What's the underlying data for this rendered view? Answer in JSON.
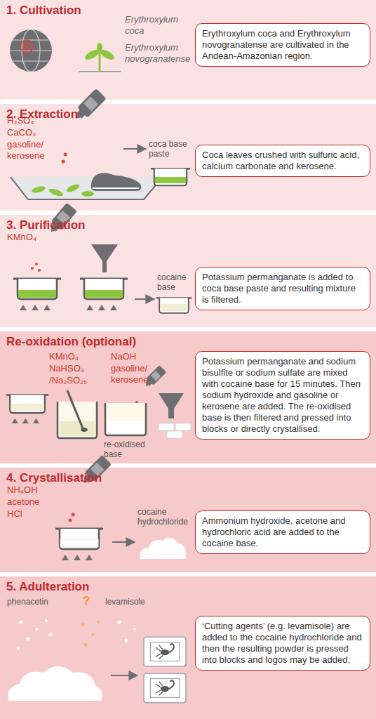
{
  "diagram": {
    "nodes": [
      {
        "text": [
          "1. Cultivation"
        ]
      },
      {
        "text": [
          "Erythroxylum coca and Erythroxylum novogranatense are cultivated in the Andean-Amazonian region."
        ],
        "in": 0
      },
      {
        "text": [
          "2. Extraction"
        ]
      },
      {
        "text": [
          "Coca leaves crushed with sulfuric acid, calcium carbonate and kerosene."
        ],
        "in": 2
      },
      {
        "text": [
          "3. Purification"
        ]
      },
      {
        "text": [
          "Potassium permanganate is added to coca base paste and resulting mixture is filtered."
        ],
        "in": 4
      },
      {
        "text": [
          "Re-oxidation (optional)"
        ]
      },
      {
        "text": [
          "Potassium permanganate and sodium bisulfite or sodium sulfate are mixed with cocaine base for 15 minutes. Then sodium hydroxide and gasoline or kerosene are added. The re-oxidised base is then filtered and pressed into blocks or directly crystallised."
        ],
        "in": 6
      },
      {
        "text": [
          "4. Crystallisation"
        ]
      },
      {
        "text": [
          "Ammonium hydroxide, acetone and hydrochloric acid are added to the cocaine base."
        ],
        "in": 8
      },
      {
        "text": [
          "5. Adulteration"
        ]
      },
      {
        "text": [
          "‘Cutting agents’ (e.g. levamisole) are added to the cocaine hydrochloride and then the resulting powder is pressed into blocks and logos may be added."
        ],
        "in": 10
      }
    ],
    "labels": [
      "Erythroxylum coca",
      "Erythroxylum novogranatense",
      "H₂SO₄",
      "CaCO₃",
      "gasoline/ kerosene",
      "coca base paste",
      "KMnO₄",
      "cocaine base",
      "KMnO₄",
      "NaHSO₃",
      "/Na₂SO₂₅",
      "NaOH",
      "gasoline/ kerosene",
      "re-oxidised base",
      "NH₄OH",
      "acetone",
      "HCl",
      "cocaine hydrochloride",
      "phenacetin",
      "?",
      "levamisole"
    ]
  }
}
